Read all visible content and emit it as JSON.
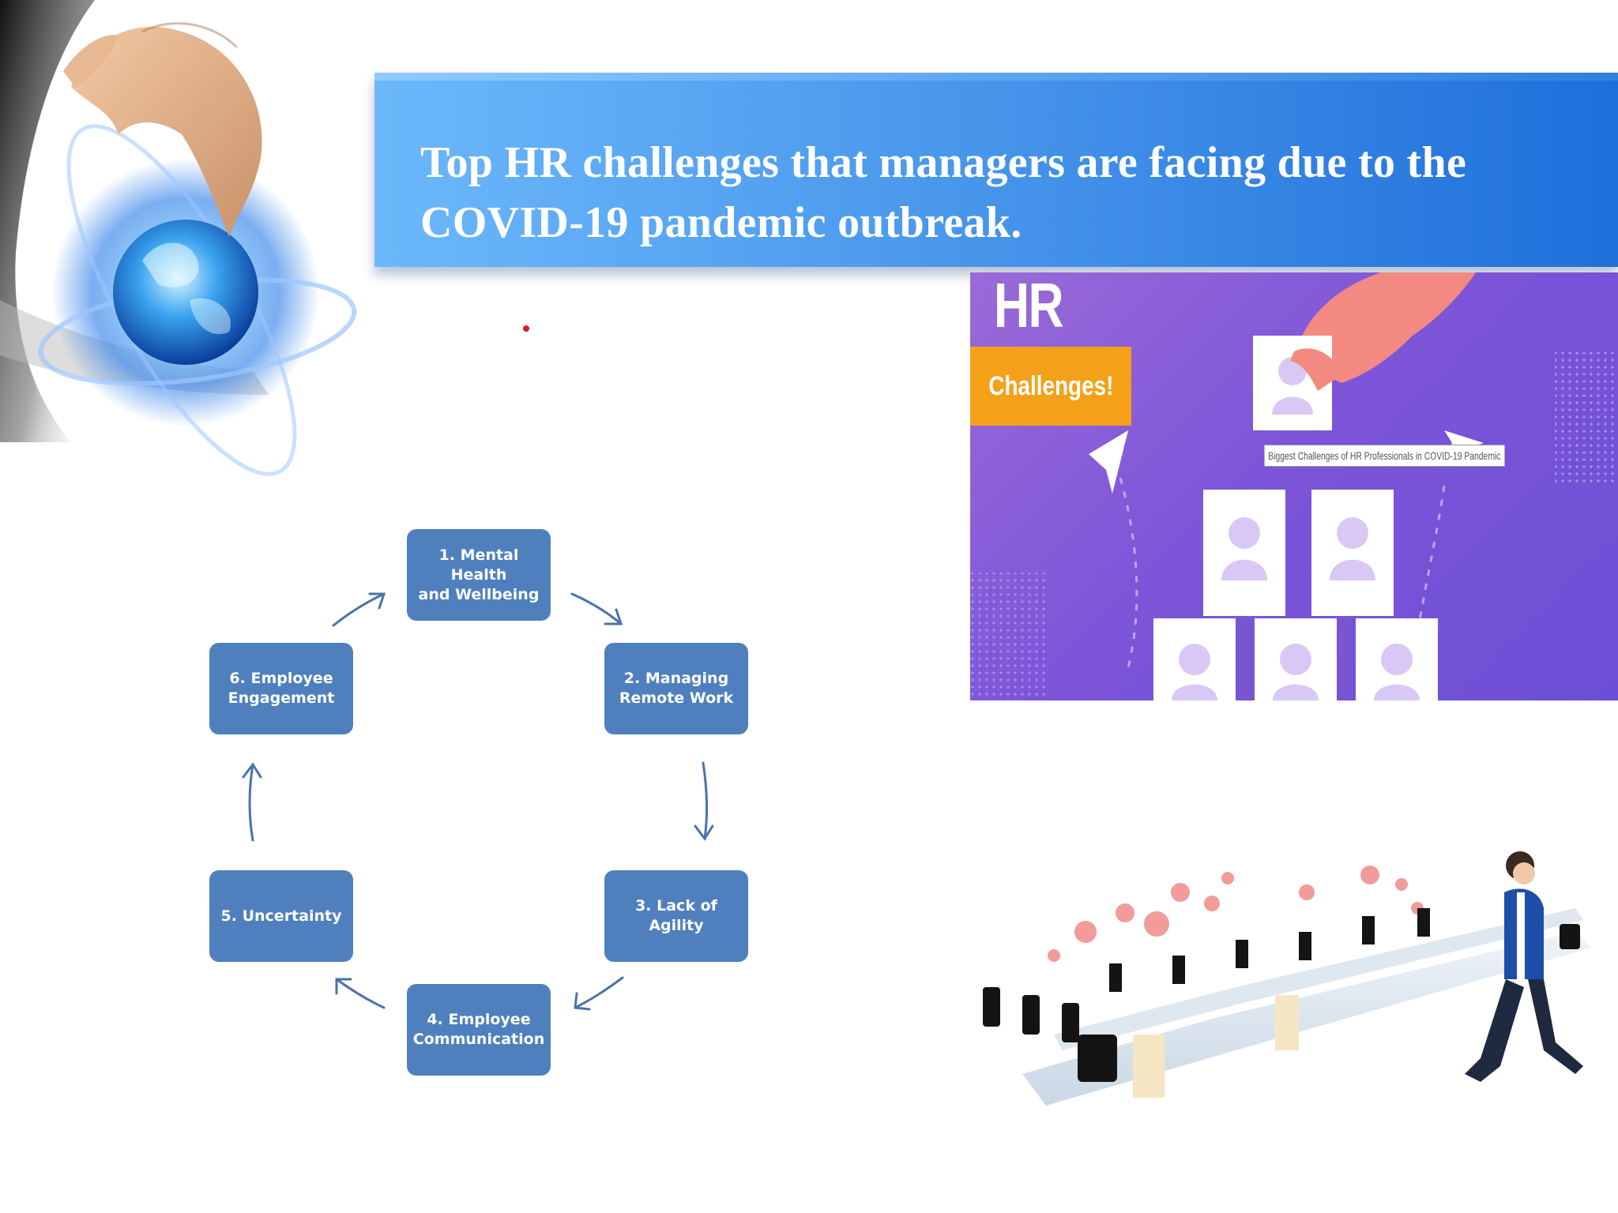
{
  "slide": {
    "title": "Top HR challenges that managers are facing due to the COVID-19 pandemic outbreak."
  },
  "cycle": {
    "steps": [
      "1. Mental Health\nand Wellbeing",
      "2. Managing\nRemote Work",
      "3. Lack of Agility",
      "4. Employee\nCommunication",
      "5. Uncertainty",
      "6. Employee\nEngagement"
    ]
  },
  "hr_graphic": {
    "heading": "HR",
    "badge": "Challenges!",
    "caption": "Biggest Challenges of HR Professionals in COVID-19 Pandemic"
  },
  "colors": {
    "banner": "#4a98ec",
    "node_fill": "#4f80bd",
    "arrow": "#4a72aa",
    "graphic_bg": "#7d55d8",
    "badge": "#f5a019"
  }
}
